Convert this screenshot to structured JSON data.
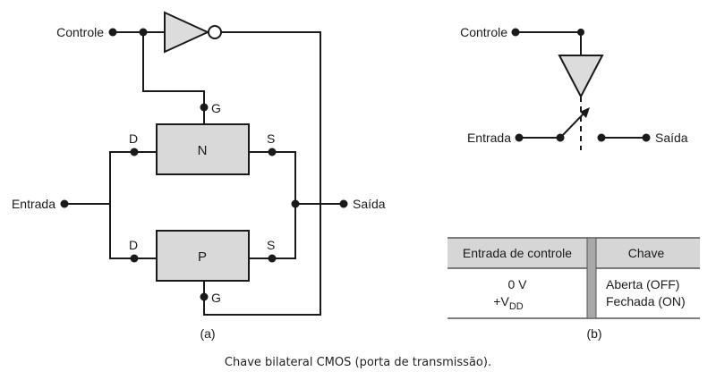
{
  "diagram_a": {
    "controle_label": "Controle",
    "entrada_label": "Entrada",
    "saida_label": "Saída",
    "n_label": "N",
    "p_label": "P",
    "g_top_label": "G",
    "g_bottom_label": "G",
    "d_top_label": "D",
    "s_top_label": "S",
    "d_bottom_label": "D",
    "s_bottom_label": "S",
    "caption": "(a)"
  },
  "diagram_b": {
    "controle_label": "Controle",
    "entrada_label": "Entrada",
    "saida_label": "Saída",
    "caption": "(b)"
  },
  "truth_table": {
    "header_control": "Entrada de controle",
    "header_switch": "Chave",
    "row1_control": "0 V",
    "row2_control_main": "+V",
    "row2_control_sub": "DD",
    "row1_switch": "Aberta (OFF)",
    "row2_switch": "Fechada (ON)"
  },
  "figure_caption": "Chave bilateral CMOS (porta de transmissão).",
  "colors": {
    "line": "#1a1a1a",
    "box_fill": "#d9d9d9",
    "table_header": "#d6d6d6",
    "table_divider": "#a8a8a8"
  }
}
